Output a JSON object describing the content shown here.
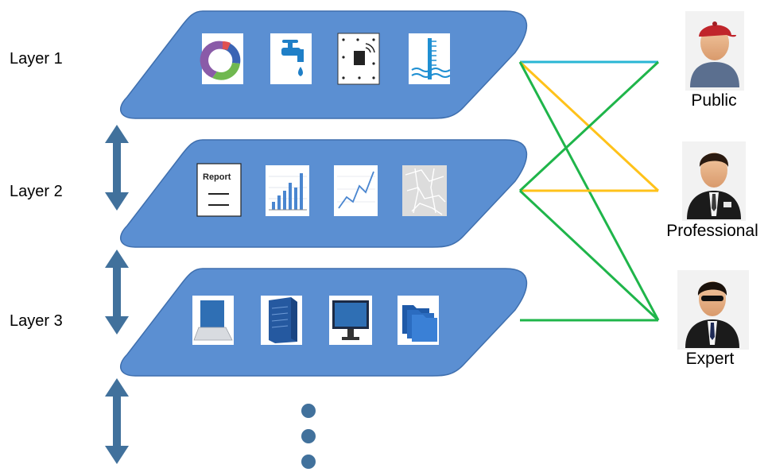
{
  "layers": [
    {
      "label": "Layer 1",
      "icons": [
        "pie-chart-icon",
        "water-tap-icon",
        "sensor-device-icon",
        "water-level-gauge-icon"
      ]
    },
    {
      "label": "Layer 2",
      "icons": [
        "report-document-icon",
        "bar-chart-icon",
        "line-chart-icon",
        "map-icon"
      ]
    },
    {
      "label": "Layer 3",
      "icons": [
        "laptop-icon",
        "server-icon",
        "monitor-icon",
        "folders-icon"
      ]
    }
  ],
  "report_icon_text": "Report",
  "users": [
    {
      "label": "Public",
      "icon": "public-user-icon"
    },
    {
      "label": "Professional",
      "icon": "professional-user-icon"
    },
    {
      "label": "Expert",
      "icon": "expert-user-icon"
    }
  ],
  "colors": {
    "layer_fill": "#5b8fd2",
    "layer_stroke": "#3f6fae",
    "arrow": "#41719c",
    "public_link": "#29b6d4",
    "professional_link": "#ffc21a",
    "expert_link": "#1fb54a"
  }
}
